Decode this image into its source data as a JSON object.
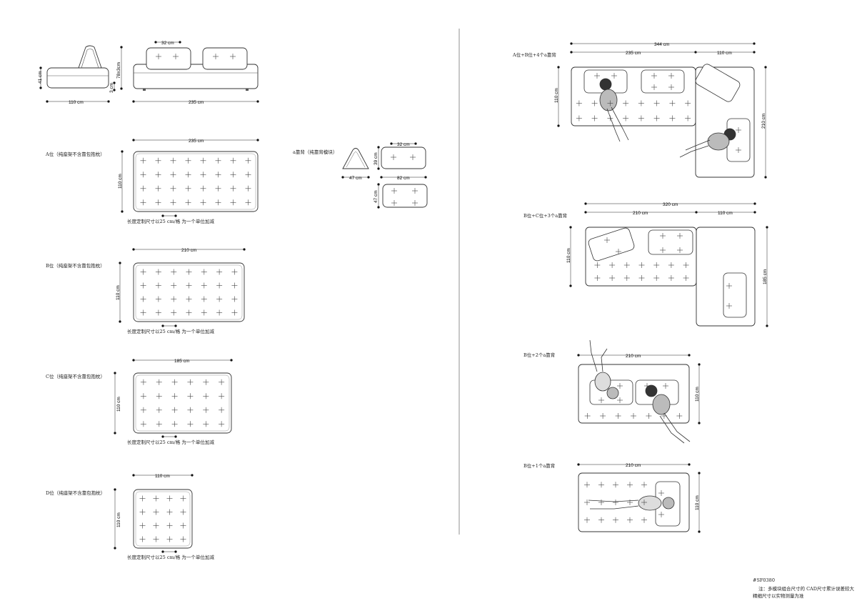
{
  "side_view": {
    "dim_height_left": "41 cm",
    "dim_depth": "110 cm",
    "dim_backrest": "32 cm",
    "dim_total_height": "78±3cm",
    "dim_leg": "3 cm",
    "dim_front_width": "235 cm"
  },
  "modules": [
    {
      "label": "A位（纯座架不含靠包抱枕）",
      "width": "235 cm",
      "depth": "110 cm",
      "note_prefix": "长度定制尺寸以",
      "note_unit": "25 cm",
      "note_suffix": "/格  为一个单位加减"
    },
    {
      "label": "B位（纯座架不含靠包抱枕）",
      "width": "210 cm",
      "depth": "110 cm",
      "note_prefix": "长度定制尺寸以",
      "note_unit": "25 cm",
      "note_suffix": "/格  为一个单位加减"
    },
    {
      "label": "C位（纯座架不含靠包抱枕）",
      "width": "185 cm",
      "depth": "110 cm",
      "note_prefix": "长度定制尺寸以",
      "note_unit": "25 cm",
      "note_suffix": "/格  为一个单位加减"
    },
    {
      "label": "D位（纯座架不含靠包抱枕）",
      "width": "110 cm",
      "depth": "110 cm",
      "note_prefix": "长度定制尺寸以",
      "note_unit": "25 cm",
      "note_suffix": "/格  为一个单位加减"
    }
  ],
  "backrest": {
    "label": "a靠背（纯靠背模块）",
    "dim_top": "32 cm",
    "dim_height": "39 cm",
    "dim_side_width": "47 cm",
    "dim_length": "82 cm",
    "dim_depth": "47 cm"
  },
  "combos": [
    {
      "label": "A位+B位+4个a靠背",
      "total": "344 cm",
      "part1": "235 cm",
      "part2": "110 cm",
      "depth": "110 cm",
      "right": "210 cm"
    },
    {
      "label": "B位+C位+3个a靠背",
      "total": "320 cm",
      "part1": "210 cm",
      "part2": "110 cm",
      "depth": "110 cm",
      "right": "185 cm"
    },
    {
      "label": "B位+2个a靠背",
      "width": "210 cm",
      "depth": "110 cm"
    },
    {
      "label": "B位+1个a靠背",
      "width": "210 cm",
      "depth": "110 cm"
    }
  ],
  "footer": {
    "code": "#SF0380",
    "line1": "注：多模块组合尺寸的  CAD尺寸累计误差较大",
    "line2": "精细尺寸以实物测量为准"
  }
}
